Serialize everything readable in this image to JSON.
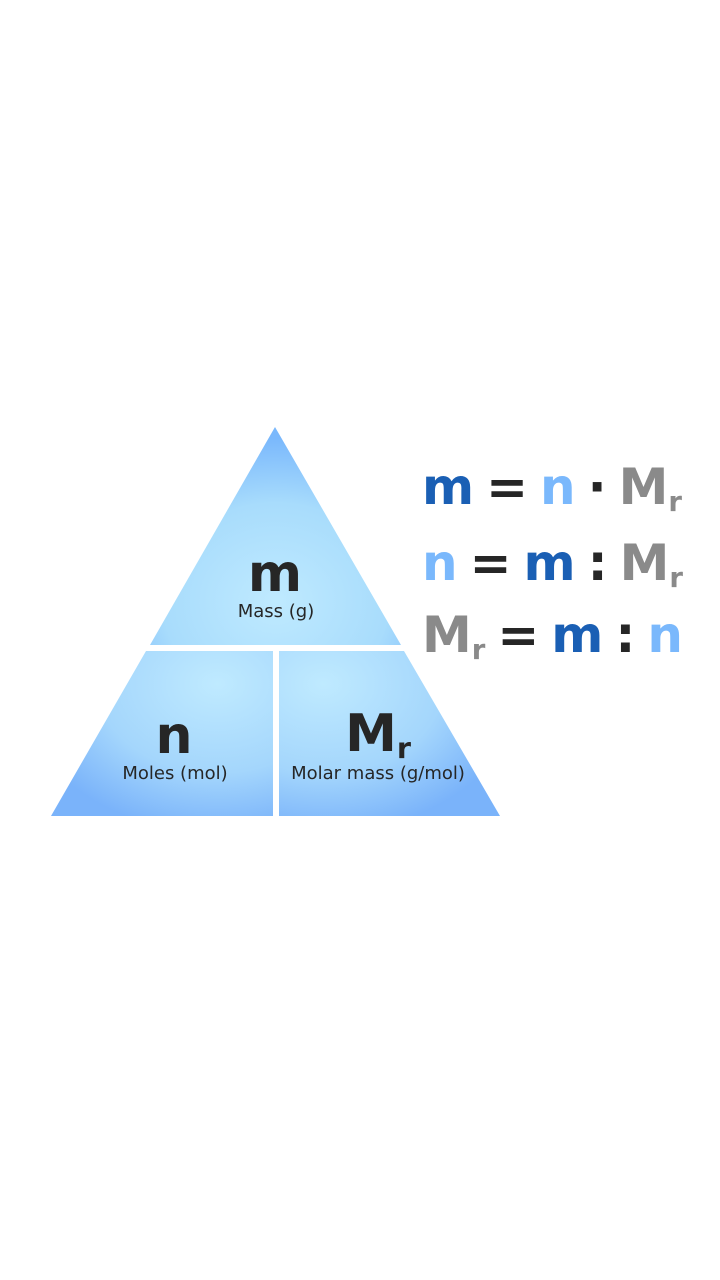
{
  "triangle": {
    "top": {
      "symbol": "m",
      "label": "Mass (g)"
    },
    "bottom_left": {
      "symbol": "n",
      "label": "Moles (mol)"
    },
    "bottom_right": {
      "symbol": "M",
      "subscript": "r",
      "label": "Molar mass (g/mol)"
    }
  },
  "formulas": [
    {
      "lhs": "m",
      "eq": "=",
      "a": "n",
      "op": "·",
      "b": "M",
      "b_sub": "r"
    },
    {
      "lhs": "n",
      "eq": "=",
      "a": "m",
      "op": ":",
      "b": "M",
      "b_sub": "r"
    },
    {
      "lhs": "M",
      "lhs_sub": "r",
      "eq": "=",
      "a": "m",
      "op": ":",
      "b": "n"
    }
  ],
  "colors": {
    "m": "#1a5fb4",
    "n": "#7ab8fc",
    "Mr": "#8a8a8a",
    "text": "#262626"
  }
}
